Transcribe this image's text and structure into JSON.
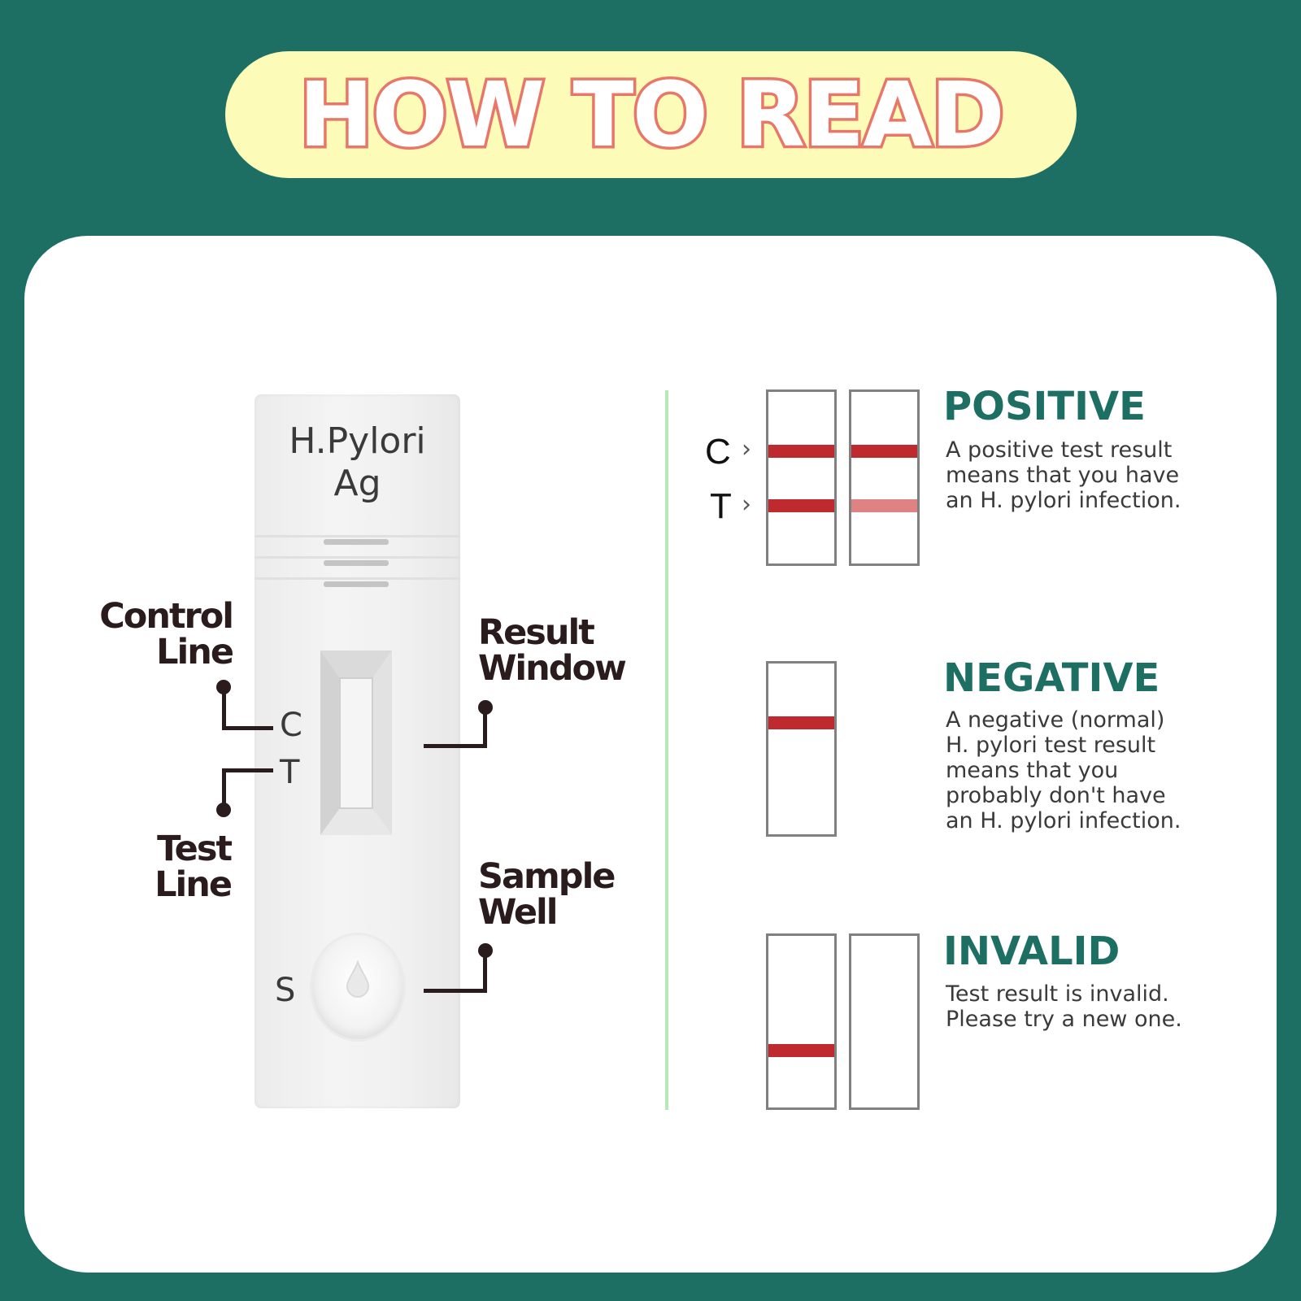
{
  "header": {
    "title": "HOW TO READ"
  },
  "device": {
    "name_line1": "H.Pylori",
    "name_line2": "Ag",
    "c_marker": "C",
    "t_marker": "T",
    "s_marker": "S"
  },
  "labels": {
    "control_line": [
      "Control",
      "Line"
    ],
    "test_line": [
      "Test",
      "Line"
    ],
    "result_window": [
      "Result",
      "Window"
    ],
    "sample_well": [
      "Sample",
      "Well"
    ]
  },
  "strip_markers": {
    "c": "C",
    "t": "T"
  },
  "results": [
    {
      "title": "POSITIVE",
      "description": "A positive test result\nmeans that you have\nan H. pylori infection.",
      "strips": [
        {
          "control_band": true,
          "test_band": "strong"
        },
        {
          "control_band": true,
          "test_band": "faint"
        }
      ]
    },
    {
      "title": "NEGATIVE",
      "description": "A negative (normal)\nH. pylori test result\nmeans that you\nprobably don't have\nan H. pylori infection.",
      "strips": [
        {
          "control_band": true,
          "test_band": "none"
        }
      ]
    },
    {
      "title": "INVALID",
      "description": "Test result is invalid.\nPlease try a new one.",
      "strips": [
        {
          "control_band": false,
          "test_band": "strong"
        },
        {
          "control_band": false,
          "test_band": "none"
        }
      ]
    }
  ],
  "colors": {
    "background": "#1e6f63",
    "banner": "#fdfbb8",
    "title_outline": "#e8776a",
    "band": "#bf2a2e",
    "band_faint": "#de8283",
    "result_title": "#1e6f63",
    "divider": "#b8e8b8"
  }
}
